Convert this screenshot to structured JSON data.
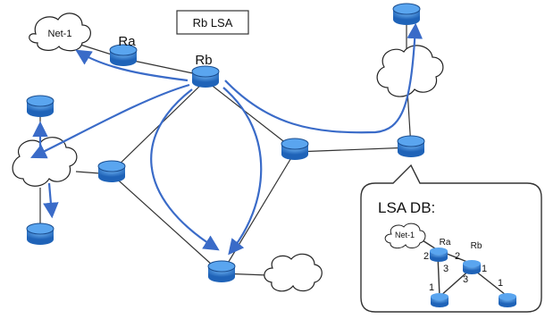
{
  "title_box": {
    "label": "Rb LSA"
  },
  "routers": {
    "ra_label": "Ra",
    "rb_label": "Rb"
  },
  "clouds": {
    "net1_label": "Net-1"
  },
  "lsa_db": {
    "title": "LSA DB:",
    "net1_label": "Net-1",
    "ra_label": "Ra",
    "rb_label": "Rb",
    "costs": {
      "net1_ra": "2",
      "ra_rb": "2",
      "ra_down": "3",
      "rb_down": "3",
      "rb_right": "1",
      "left_leaf": "1",
      "right_leaf": "1"
    }
  },
  "colors": {
    "flood_arrow": "#3a6bc8",
    "router": "#2e7bd6",
    "link": "#333333"
  }
}
